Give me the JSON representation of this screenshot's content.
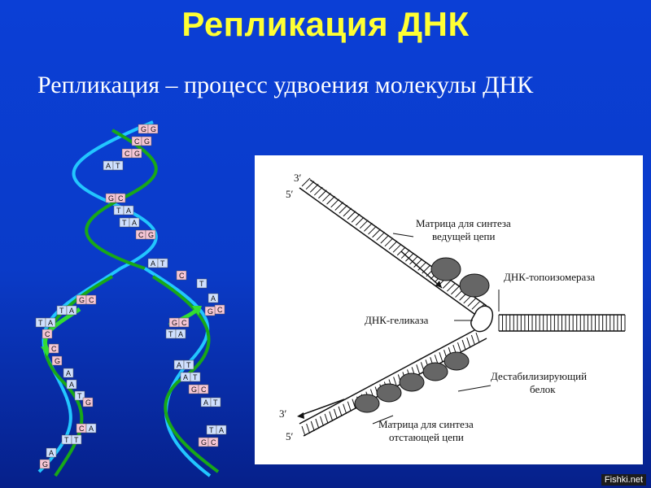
{
  "slide": {
    "title": "Репликация ДНК",
    "subtitle": "Репликация – процесс удвоения молекулы ДНК"
  },
  "diagram": {
    "end_3_top": "3′",
    "end_5_top": "5′",
    "end_3_bottom": "3′",
    "end_5_bottom": "5′",
    "label_leading_1": "Матрица для синтеза",
    "label_leading_2": "ведущей цепи",
    "label_topoisomerase": "ДНК-топоизомераза",
    "label_helicase": "ДНК-геликаза",
    "label_ssb_1": "Дестабилизирующий",
    "label_ssb_2": "белок",
    "label_lagging_1": "Матрица для синтеза",
    "label_lagging_2": "отстающей цепи"
  },
  "dna_bases": {
    "top": [
      "G",
      "G",
      "C",
      "G",
      "C",
      "G",
      "A",
      "T",
      "G",
      "C",
      "T",
      "A",
      "T",
      "A",
      "C",
      "G",
      "A",
      "T"
    ],
    "fork": [
      "G",
      "C",
      "A",
      "T",
      "C"
    ],
    "left": [
      "G",
      "C",
      "T",
      "A",
      "T",
      "A",
      "C",
      "C",
      "G",
      "A",
      "A",
      "T",
      "G",
      "C",
      "A",
      "T",
      "T",
      "A",
      "G"
    ],
    "right": [
      "C",
      "T",
      "A",
      "C",
      "G",
      "G",
      "C",
      "T",
      "A",
      "A",
      "T",
      "A",
      "T",
      "G",
      "C",
      "A",
      "T",
      "T",
      "A",
      "G",
      "C"
    ]
  },
  "watermark": "Fishki.net"
}
